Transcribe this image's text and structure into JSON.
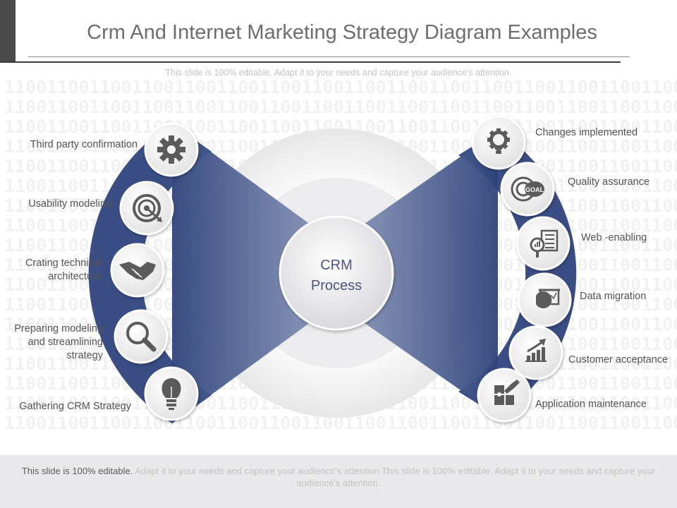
{
  "header": {
    "title": "Crm And Internet Marketing Strategy Diagram Examples",
    "subtitle": "This slide is 100% editable. Adapt it to your needs and capture your audience's attention."
  },
  "background": {
    "binary_pattern": "11001100110011001100110011001100110011001100110011001100110011001100"
  },
  "center": {
    "line1": "CRM",
    "line2": "Process"
  },
  "left_items": [
    {
      "label": "Third party confirmation",
      "icon": "gear-icon"
    },
    {
      "label": "Usability modeling",
      "icon": "target-icon"
    },
    {
      "label": [
        "Crating technical",
        "architecture"
      ],
      "icon": "handshake-icon"
    },
    {
      "label": [
        "Preparing modeling",
        "and streamlining",
        "strategy"
      ],
      "icon": "magnifier-icon"
    },
    {
      "label": "Gathering CRM Strategy",
      "icon": "lightbulb-icon"
    }
  ],
  "right_items": [
    {
      "label": "Changes implemented",
      "icon": "idea-gear-icon"
    },
    {
      "label": "Quality assurance",
      "icon": "goal-icon"
    },
    {
      "label": "Web -enabling",
      "icon": "web-document-icon"
    },
    {
      "label": "Data migration",
      "icon": "presentation-chart-icon"
    },
    {
      "label": "Customer acceptance",
      "icon": "growth-chart-icon"
    },
    {
      "label": "Application maintenance",
      "icon": "puzzle-hand-icon"
    }
  ],
  "footer": {
    "lead": "This slide is 100% editable.",
    "rest": " Adapt it to your needs and capture your audience's attention This slide is 100% editable. Adapt it to your needs and capture your audience's attention."
  },
  "colors": {
    "accent_blue": "#3b4f87",
    "icon_gray": "#5b5b5b",
    "title_gray": "#6d6d6d"
  }
}
